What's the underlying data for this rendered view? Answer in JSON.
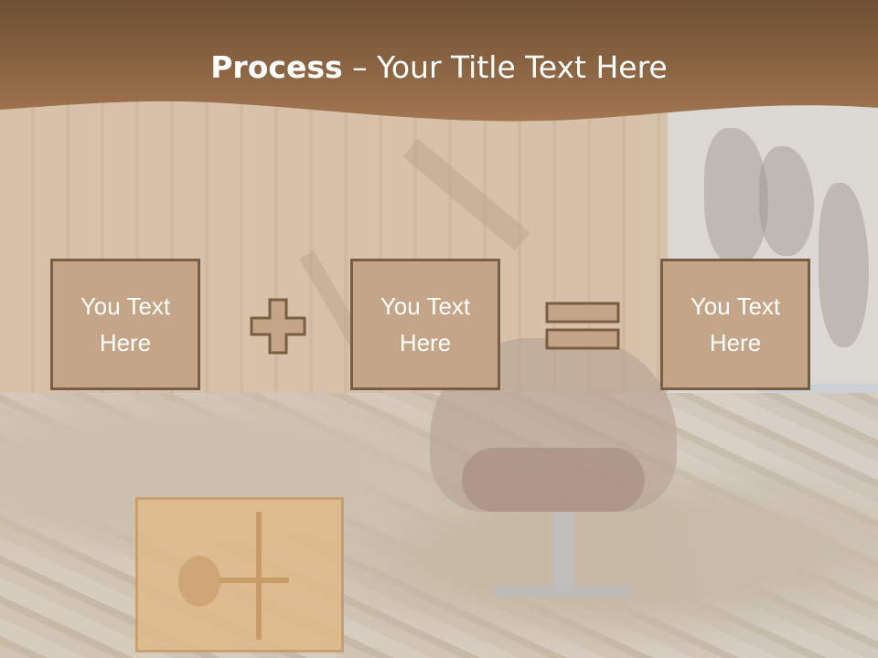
{
  "title": {
    "bold": "Process",
    "rest": " – Your Title Text Here"
  },
  "boxes": [
    {
      "text": "You Text Here"
    },
    {
      "text": "You Text Here"
    },
    {
      "text": "You Text Here"
    }
  ],
  "operators": [
    "plus",
    "equals"
  ],
  "colors": {
    "header": "#8d6840",
    "box_fill": "#c5a587",
    "box_border": "#7a5e44",
    "text": "#ffffff"
  }
}
